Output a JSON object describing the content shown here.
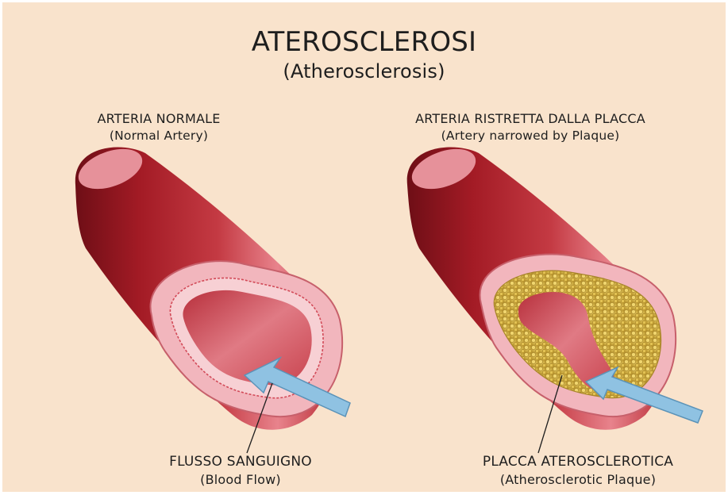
{
  "title": "ATEROSCLEROSI",
  "subtitle": "(Atherosclerosis)",
  "panels": [
    {
      "heading": "ARTERIA NORMALE",
      "heading_en": "(Normal Artery)",
      "callout": "FLUSSO SANGUIGNO",
      "callout_en": "(Blood Flow)"
    },
    {
      "heading": "ARTERIA RISTRETTA DALLA PLACCA",
      "heading_en": "(Artery narrowed by Plaque)",
      "callout": "PLACCA ATEROSCLEROTICA",
      "callout_en": "(Atherosclerotic Plaque)"
    }
  ],
  "colors": {
    "background": "#f9e3cc",
    "artery_wall": "#b5232c",
    "artery_cut": "#f2b6bd",
    "lumen": "#cf5561",
    "plaque": "#d8b84a",
    "arrow": "#8fc2e2"
  }
}
